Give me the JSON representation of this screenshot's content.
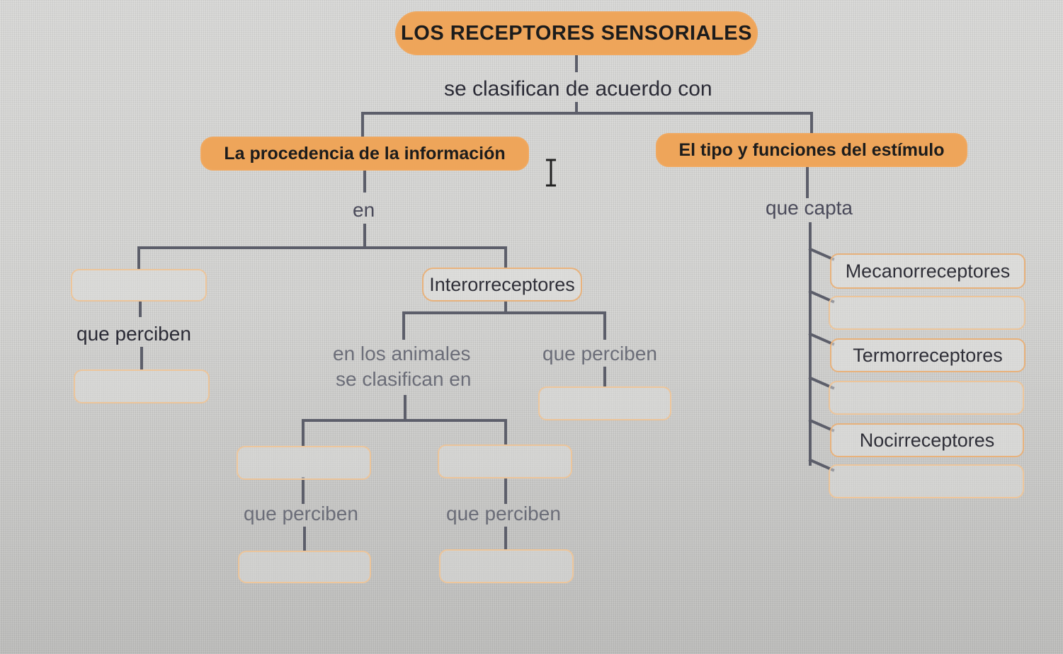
{
  "diagram": {
    "title": "LOS RECEPTORES SENSORIALES",
    "connector_main": "se clasifican de acuerdo con",
    "left_branch": {
      "label": "La procedencia de la información",
      "connector": "en",
      "children": {
        "left": {
          "label": "",
          "connector": "que perciben",
          "result": ""
        },
        "middle": {
          "label": "Interorreceptores",
          "connector_left": "en los animales",
          "connector_left_2": "se clasifican en",
          "connector_right": "que perciben",
          "result_right": "",
          "subtypes": [
            {
              "label": "",
              "connector": "que perciben",
              "result": ""
            },
            {
              "label": "",
              "connector": "que perciben",
              "result": ""
            }
          ]
        }
      }
    },
    "right_branch": {
      "label": "El tipo y funciones del estímulo",
      "connector": "que capta",
      "items": [
        {
          "label": "Mecanorreceptores"
        },
        {
          "label": ""
        },
        {
          "label": "Termorreceptores"
        },
        {
          "label": ""
        },
        {
          "label": "Nocirreceptores"
        },
        {
          "label": ""
        }
      ]
    }
  },
  "colors": {
    "node_fill": "#eea55a",
    "node_outline": "#e8b27c",
    "line": "#5c5e6a",
    "background": "#d4d4d2"
  },
  "icons": {
    "cursor": "text-cursor-icon"
  }
}
